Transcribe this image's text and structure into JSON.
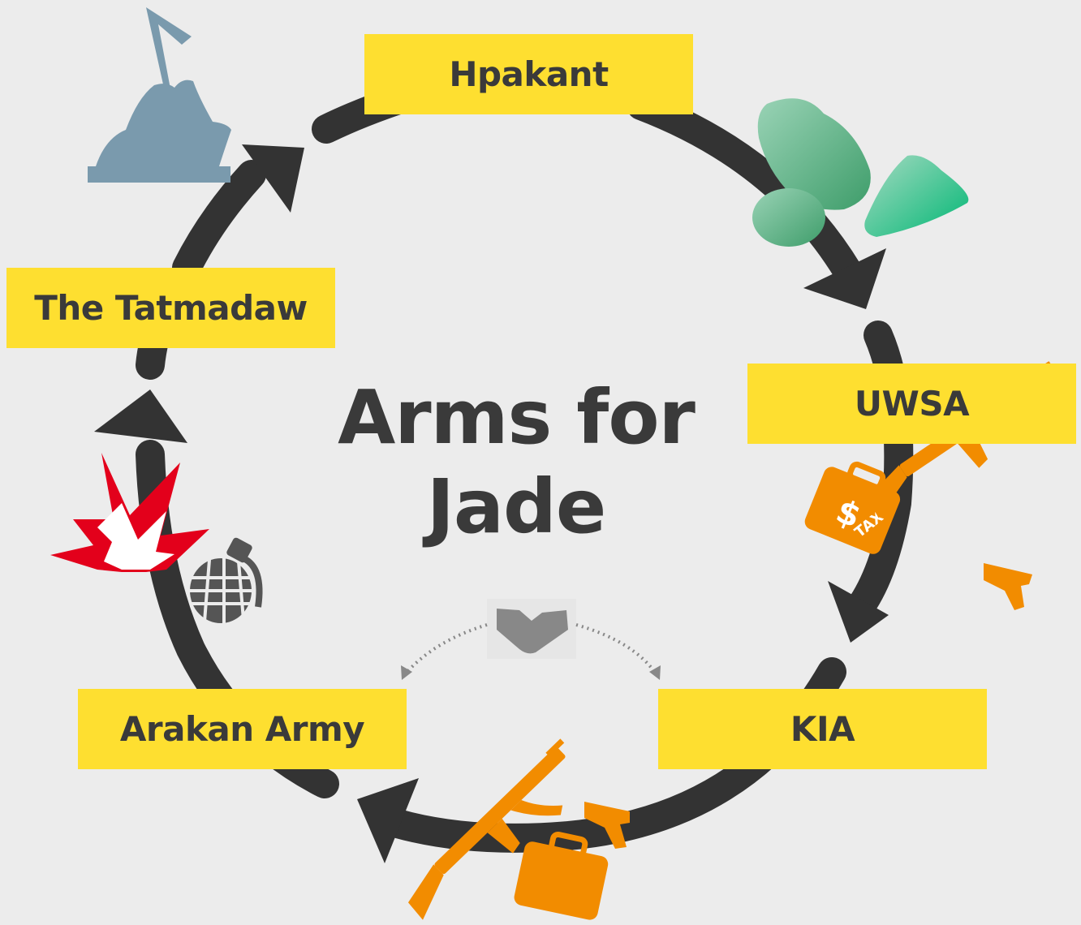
{
  "title": {
    "line1": "Arms for",
    "line2": "Jade"
  },
  "nodes": {
    "hpakant": "Hpakant",
    "uwsa": "UWSA",
    "kia": "KIA",
    "arakan": "Arakan Army",
    "tatmadaw": "The Tatmadaw"
  },
  "icons": {
    "tax_bag_dollar": "$",
    "tax_bag_label": "TAX"
  },
  "colors": {
    "background": "#ececec",
    "label_fill": "#fedf30",
    "cycle_stroke": "#333333",
    "weapons": "#f28c00",
    "jade_light": "#8fcfa9",
    "jade_dark": "#00b774",
    "statue": "#7a9aad",
    "explosion_red": "#e3001b",
    "grenade": "#555555",
    "handshake": "#888888"
  }
}
